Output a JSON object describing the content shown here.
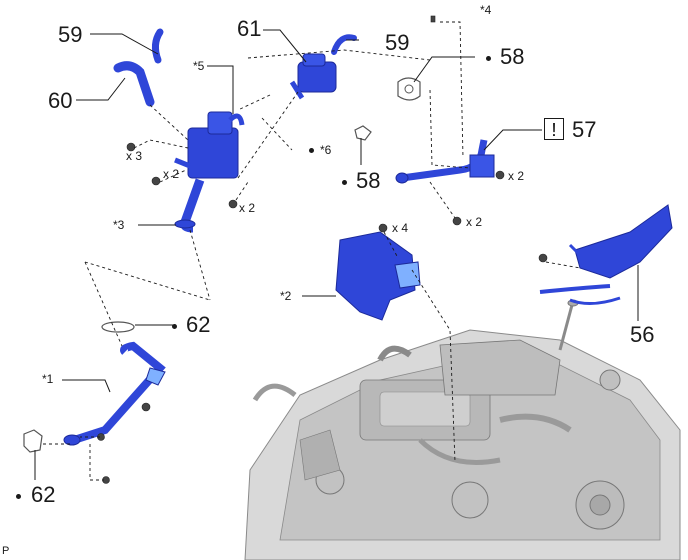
{
  "callouts": {
    "n56": "56",
    "n57": "57",
    "n58_top": "58",
    "n58_mid": "58",
    "n59_left": "59",
    "n59_right": "59",
    "n60": "60",
    "n61": "61",
    "n62_mid": "62",
    "n62_bottom": "62"
  },
  "notes": {
    "star1": "*1",
    "star2": "*2",
    "star3": "*3",
    "star4": "*4",
    "star5": "*5",
    "star6": "*6"
  },
  "quantities": {
    "x3": "x 3",
    "x2_a": "x 2",
    "x2_b": "x 2",
    "x2_c": "x 2",
    "x2_d": "x 2",
    "x4": "x 4"
  },
  "caution_mark": "!",
  "corner_letter": "P",
  "colors": {
    "part_blue": "#2f46d8",
    "part_dark": "#1c2a9a",
    "engine_gray": "#c8c8c8",
    "line": "#1a1a1a"
  }
}
